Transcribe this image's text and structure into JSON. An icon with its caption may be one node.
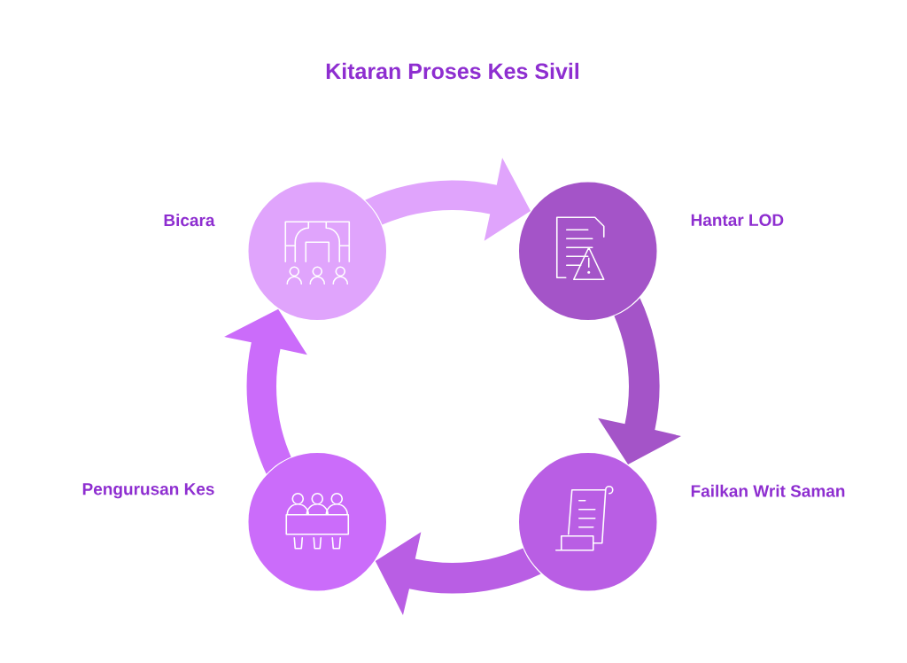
{
  "diagram": {
    "title": "Kitaran Proses Kes Sivil",
    "nodes": [
      {
        "text": [],
        "shape": "circle",
        "beside": [
          "Bicara"
        ]
      },
      {
        "text": [],
        "shape": "circle",
        "beside": [
          "Hantar LOD"
        ]
      },
      {
        "text": [],
        "shape": "circle",
        "beside": [
          "Failkan Writ Saman"
        ]
      },
      {
        "text": [],
        "shape": "circle",
        "beside": [
          "Pengurusan Kes"
        ]
      }
    ],
    "edges": [
      {
        "from": 0,
        "to": 1,
        "arrow": "to",
        "color": "#e0a4fc"
      },
      {
        "from": 1,
        "to": 2,
        "arrow": "to",
        "color": "#a454c8"
      },
      {
        "from": 2,
        "to": 3,
        "arrow": "to",
        "color": "#b95ee4"
      },
      {
        "from": 3,
        "to": 0,
        "arrow": "to",
        "color": "#cb6cfa"
      }
    ]
  }
}
